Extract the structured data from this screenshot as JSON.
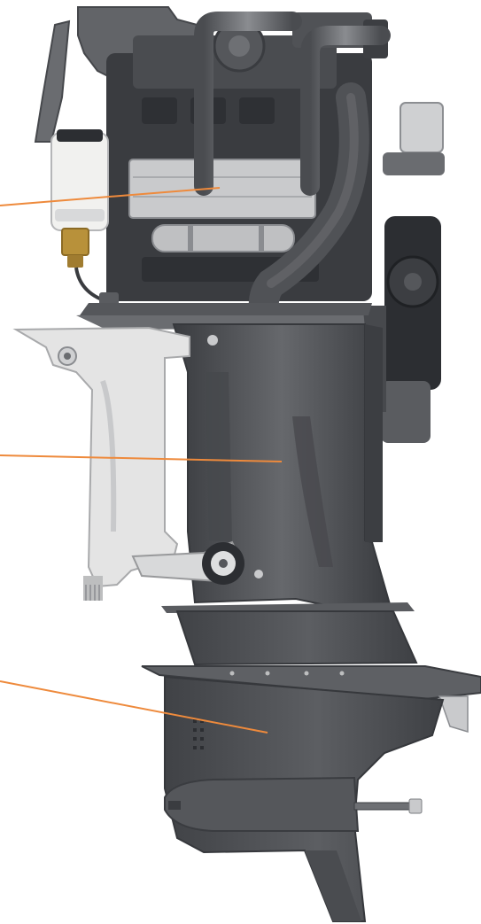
{
  "figure": {
    "subject": "outboard-engine-cutaway",
    "colors": {
      "background": "#ffffff",
      "leader_line": "#ee8a3c",
      "engine_dark": "#3c3e42",
      "engine_mid": "#5a5c60",
      "midsection": "#54565a",
      "gearcase": "#4d4f53",
      "bracket": "#e4e4e4",
      "filter": "#f1f1ef",
      "brass": "#b8913a"
    }
  },
  "callouts": [
    {
      "target": "powerhead"
    },
    {
      "target": "midsection"
    },
    {
      "target": "lower-unit"
    }
  ]
}
